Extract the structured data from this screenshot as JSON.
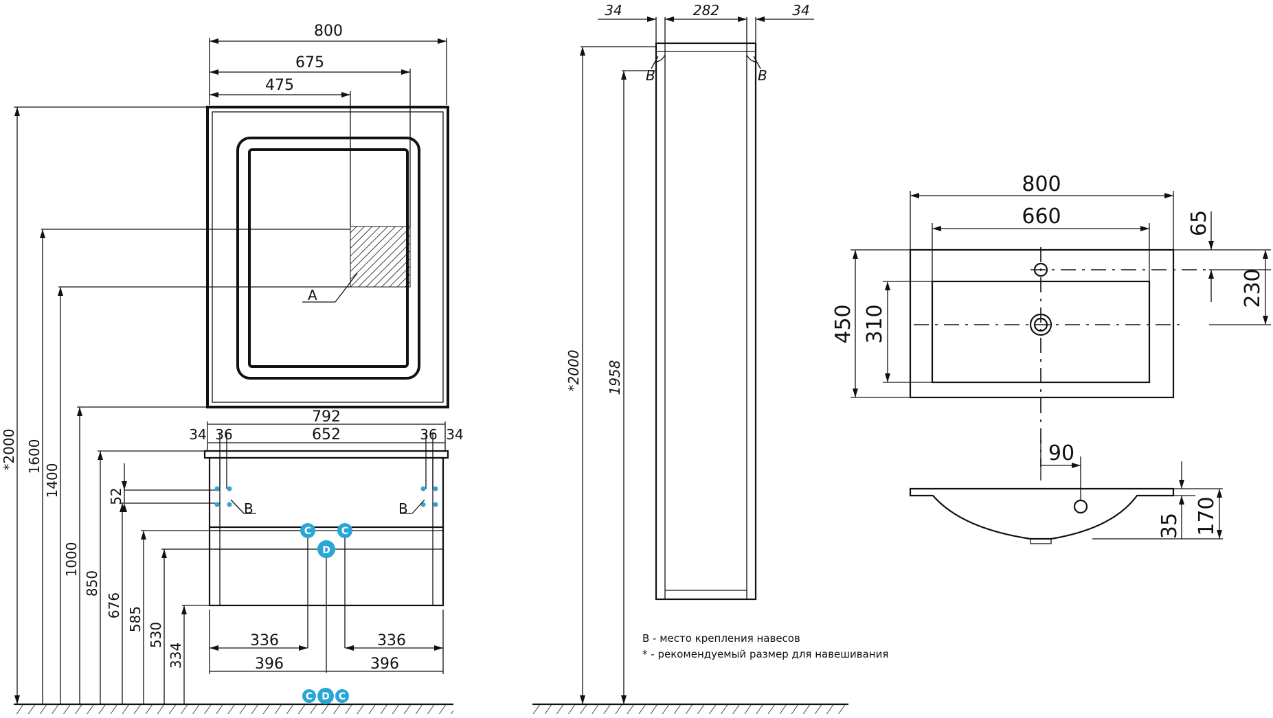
{
  "front_view": {
    "widths": {
      "total": "800",
      "mid": "675",
      "left": "475"
    },
    "marker_a": "A",
    "heights": {
      "h2000": "*2000",
      "h1600": "1600",
      "h1400": "1400",
      "h1000": "1000",
      "h850": "850",
      "h676": "676",
      "h585": "585",
      "h530": "530",
      "h334": "334",
      "h52": "52"
    },
    "cabinet_widths": {
      "total": "792",
      "inner": "652",
      "side_left": "34",
      "gap_left": "36",
      "gap_right": "36",
      "side_right": "34"
    },
    "marker_b": "B",
    "bottom_widths": {
      "left_inner": "336",
      "right_inner": "336",
      "left_outer": "396",
      "right_outer": "396"
    },
    "badges": {
      "c": "C",
      "d": "D"
    }
  },
  "side_view": {
    "top_widths": {
      "left": "34",
      "middle": "282",
      "right": "34"
    },
    "heights": {
      "total": "*2000",
      "body": "1958"
    },
    "marker_b": "B"
  },
  "notes": {
    "b": "B - место крепления навесов",
    "star": "* - рекомендуемый размер для навешивания"
  },
  "basin": {
    "widths": {
      "total": "800",
      "bowl": "660"
    },
    "depths": {
      "total": "450",
      "bowl": "310",
      "tap_offset": "65",
      "tap_to_drain": "230"
    },
    "side": {
      "offset": "90",
      "bowl_depth": "35",
      "height": "170"
    }
  }
}
